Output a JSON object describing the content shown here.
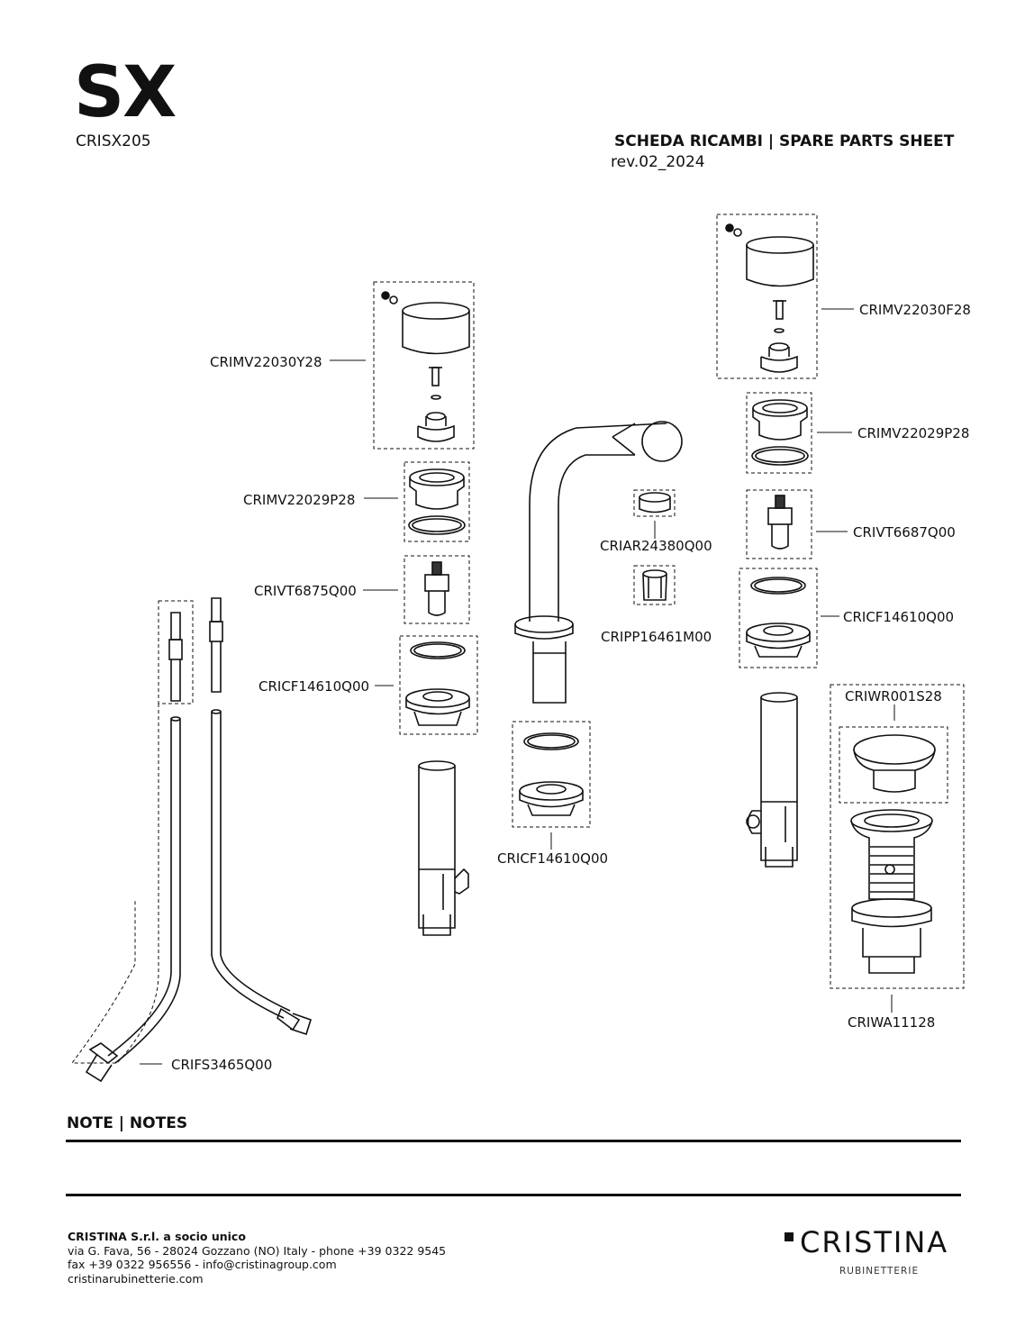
{
  "header": {
    "title": "SX",
    "code": "CRISX205",
    "sheet_title": "SCHEDA RICAMBI | SPARE PARTS SHEET",
    "revision": "rev.02_2024"
  },
  "parts": {
    "crimv22030y28": "CRIMV22030Y28",
    "crimv22029p28_left": "CRIMV22029P28",
    "crivt6875q00": "CRIVT6875Q00",
    "cricf14610q00_left": "CRICF14610Q00",
    "crifs3465q00": "CRIFS3465Q00",
    "criar24380q00": "CRIAR24380Q00",
    "cripp16461m00": "CRIPP16461M00",
    "cricf14610q00_center": "CRICF14610Q00",
    "crimv22030f28": "CRIMV22030F28",
    "crimv22029p28_right": "CRIMV22029P28",
    "crivt6687q00": "CRIVT6687Q00",
    "cricf14610q00_right": "CRICF14610Q00",
    "criwr001s28": "CRIWR001S28",
    "criwa11128": "CRIWA11128"
  },
  "notes": {
    "heading": "NOTE | NOTES"
  },
  "footer": {
    "company": "CRISTINA S.r.l. a socio unico",
    "address": "via G. Fava, 56 - 28024 Gozzano (NO) Italy - phone +39 0322 9545",
    "contact": "fax +39 0322 956556 - info@cristinagroup.com",
    "website": "cristinarubinetterie.com"
  },
  "brand": {
    "name": "CRISTINA",
    "subtitle": "RUBINETTERIE"
  }
}
